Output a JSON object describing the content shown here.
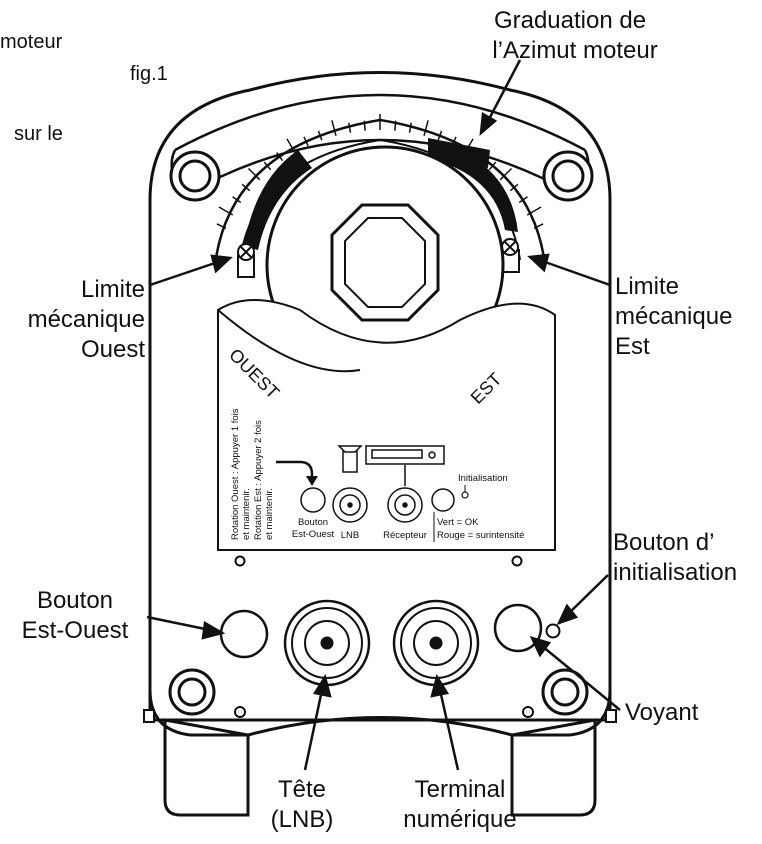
{
  "top_left": {
    "line1": "moteur",
    "line2": "sur le"
  },
  "fig_label": "fig.1",
  "callouts": {
    "graduation_line1": "Graduation de",
    "graduation_line2": "l’Azimut moteur",
    "limit_west_line1": "Limite",
    "limit_west_line2": "mécanique",
    "limit_west_line3": "Ouest",
    "limit_east_line1": "Limite",
    "limit_east_line2": "mécanique",
    "limit_east_line3": "Est",
    "button_ew_line1": "Bouton",
    "button_ew_line2": "Est-Ouest",
    "button_init_line1": "Bouton d’",
    "button_init_line2": "initialisation",
    "voyant": "Voyant",
    "head_line1": "Tête",
    "head_line2": "(LNB)",
    "terminal_line1": "Terminal",
    "terminal_line2": "numérique"
  },
  "panel": {
    "ouest": "OUEST",
    "est": "EST",
    "instr_line1": "Rotation Ouest : Appuyer 1 fois",
    "instr_line2": "et maintenir.",
    "instr_line3": "Rotation Est : Appuyer 2 fois",
    "instr_line4": "et maintenir.",
    "bouton_line1": "Bouton",
    "bouton_line2": "Est-Ouest",
    "lnb": "LNB",
    "recepteur": "Récepteur",
    "initialisation": "Initialisation",
    "vert": "Vert = OK",
    "rouge": "Rouge = surintensité"
  }
}
